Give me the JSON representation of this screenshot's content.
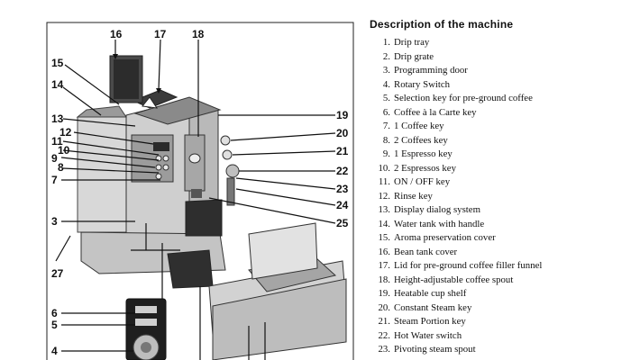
{
  "legend": {
    "title": "Description of the machine",
    "items": [
      "Drip tray",
      "Drip grate",
      "Programming door",
      "Rotary Switch",
      "Selection key for pre-ground coffee",
      "Coffee à la Carte key",
      "1 Coffee key",
      "2 Coffees key",
      "1 Espresso key",
      "2 Espressos key",
      "ON / OFF key",
      "Rinse key",
      "Display dialog system",
      "Water tank with handle",
      "Aroma preservation cover",
      "Bean tank cover",
      "Lid for pre-ground coffee filler funnel",
      "Height-adjustable coffee spout",
      "Heatable cup shelf",
      "Constant Steam key",
      "Steam Portion key",
      "Hot Water switch",
      "Pivoting steam spout"
    ]
  },
  "callouts": [
    "16",
    "17",
    "18",
    "15",
    "14",
    "13",
    "12",
    "11",
    "10",
    "9",
    "8",
    "7",
    "3",
    "27",
    "6",
    "5",
    "4",
    "19",
    "20",
    "21",
    "22",
    "23",
    "24",
    "25"
  ]
}
